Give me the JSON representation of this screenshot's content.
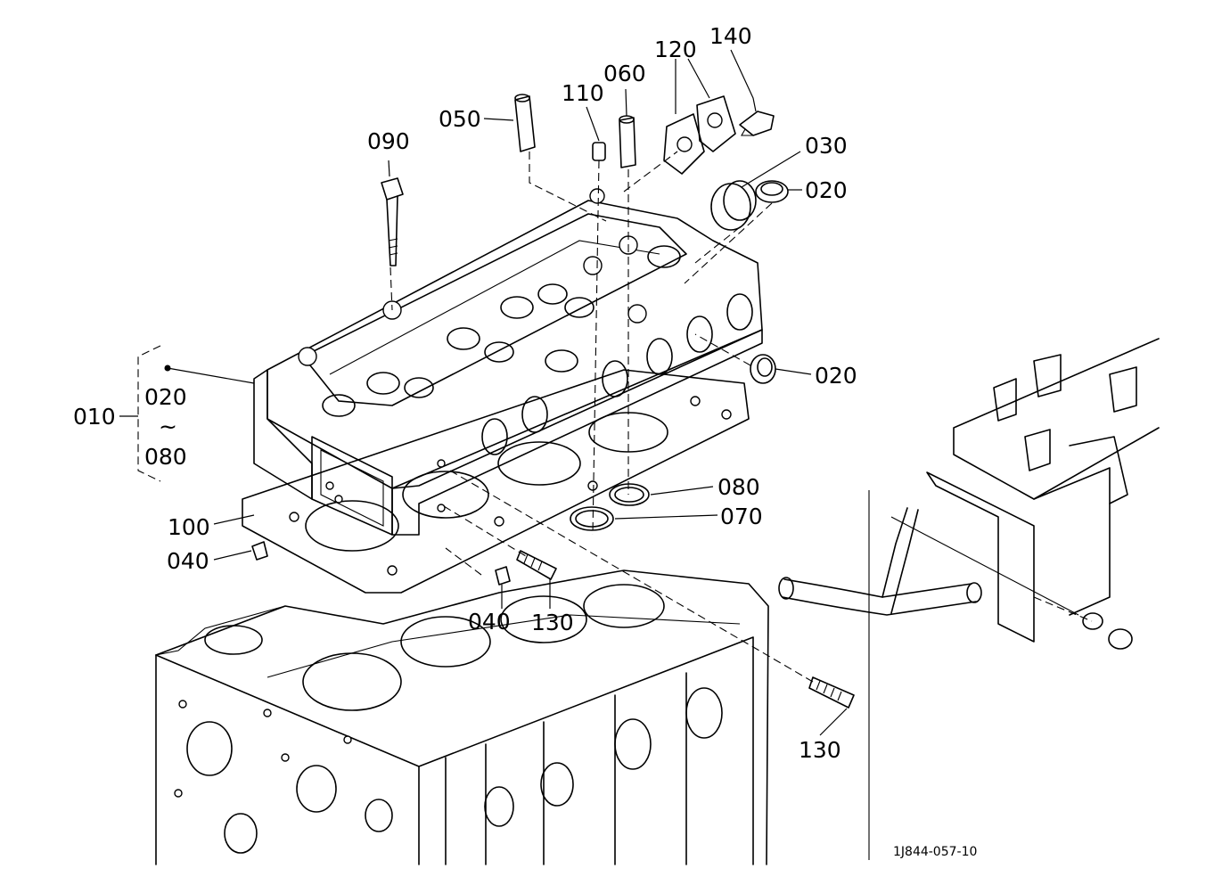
{
  "labels": {
    "p140": "140",
    "p120": "120",
    "p060": "060",
    "p110": "110",
    "p050": "050",
    "p090": "090",
    "p030": "030",
    "p020_top": "020",
    "p020_mid": "020",
    "p010": "010",
    "p020_kit": "020",
    "kit_tilde": "~",
    "p080_kit": "080",
    "p080": "080",
    "p070": "070",
    "p100": "100",
    "p040_left": "040",
    "p040_mid": "040",
    "p130_mid": "130",
    "p130_low": "130"
  },
  "figure_ref": "1J844-057-10"
}
